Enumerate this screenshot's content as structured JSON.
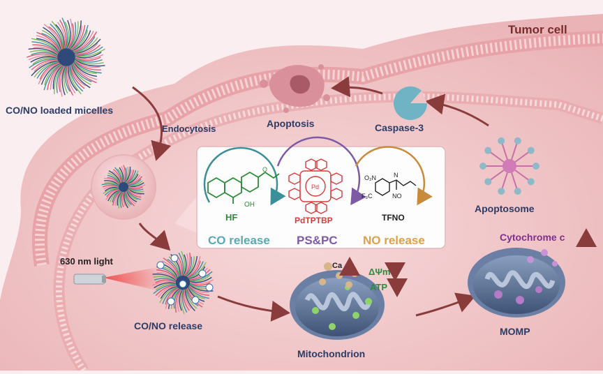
{
  "labels": {
    "tumor_cell": "Tumor cell",
    "micelles": "CO/NO loaded micelles",
    "endocytosis": "Endocytosis",
    "apoptosis": "Apoptosis",
    "caspase": "Caspase-3",
    "apoptosome": "Apoptosome",
    "cytochrome": "Cytochrome c",
    "light": "630 nm light",
    "conorelease": "CO/NO release",
    "mitochondrion": "Mitochondrion",
    "momp": "MOMP",
    "ca": "Ca",
    "dpsi": "ΔΨm",
    "atp": "ATP"
  },
  "inset": {
    "hf": "HF",
    "pd": "PdTPTBP",
    "tfno": "TFNO",
    "co_release": "CO release",
    "pspc": "PS&PC",
    "no_release": "NO release",
    "oh": "OH",
    "o": "O",
    "pd_center": "Pd",
    "no2": "O₂N",
    "cf3": "F₃C",
    "n": "N",
    "no": "NO"
  },
  "colors": {
    "cell_fill": "#f1c3c4",
    "membrane": "#e9aeb0",
    "arrow": "#8a3b3b",
    "co_green": "#2e8b3a",
    "pd_red": "#d93a3a",
    "no_orange": "#c98a3a",
    "cyc_purple": "#7e5aa6"
  }
}
